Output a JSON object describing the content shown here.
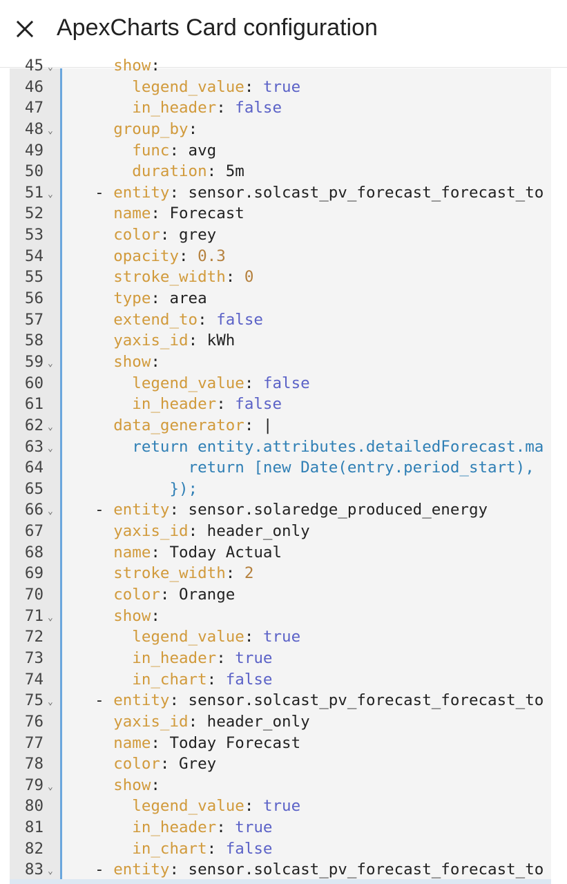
{
  "header": {
    "close_icon": "close-icon",
    "title": "ApexCharts Card configuration"
  },
  "editor": {
    "lines": [
      {
        "n": "45",
        "fold": true,
        "indent": "    ",
        "segs": [
          [
            "k",
            "show"
          ],
          [
            "p",
            ":"
          ]
        ]
      },
      {
        "n": "46",
        "fold": false,
        "indent": "      ",
        "segs": [
          [
            "k",
            "legend_value"
          ],
          [
            "p",
            ": "
          ],
          [
            "b",
            "true"
          ]
        ]
      },
      {
        "n": "47",
        "fold": false,
        "indent": "      ",
        "segs": [
          [
            "k",
            "in_header"
          ],
          [
            "p",
            ": "
          ],
          [
            "b",
            "false"
          ]
        ]
      },
      {
        "n": "48",
        "fold": true,
        "indent": "    ",
        "segs": [
          [
            "k",
            "group_by"
          ],
          [
            "p",
            ":"
          ]
        ]
      },
      {
        "n": "49",
        "fold": false,
        "indent": "      ",
        "segs": [
          [
            "k",
            "func"
          ],
          [
            "p",
            ": avg"
          ]
        ]
      },
      {
        "n": "50",
        "fold": false,
        "indent": "      ",
        "segs": [
          [
            "k",
            "duration"
          ],
          [
            "p",
            ": 5m"
          ]
        ]
      },
      {
        "n": "51",
        "fold": true,
        "indent": "  ",
        "segs": [
          [
            "p",
            "- "
          ],
          [
            "k",
            "entity"
          ],
          [
            "p",
            ": sensor.solcast_pv_forecast_forecast_to"
          ]
        ]
      },
      {
        "n": "52",
        "fold": false,
        "indent": "    ",
        "segs": [
          [
            "k",
            "name"
          ],
          [
            "p",
            ": Forecast"
          ]
        ]
      },
      {
        "n": "53",
        "fold": false,
        "indent": "    ",
        "segs": [
          [
            "k",
            "color"
          ],
          [
            "p",
            ": grey"
          ]
        ]
      },
      {
        "n": "54",
        "fold": false,
        "indent": "    ",
        "segs": [
          [
            "k",
            "opacity"
          ],
          [
            "p",
            ": "
          ],
          [
            "n",
            "0.3"
          ]
        ]
      },
      {
        "n": "55",
        "fold": false,
        "indent": "    ",
        "segs": [
          [
            "k",
            "stroke_width"
          ],
          [
            "p",
            ": "
          ],
          [
            "n",
            "0"
          ]
        ]
      },
      {
        "n": "56",
        "fold": false,
        "indent": "    ",
        "segs": [
          [
            "k",
            "type"
          ],
          [
            "p",
            ": area"
          ]
        ]
      },
      {
        "n": "57",
        "fold": false,
        "indent": "    ",
        "segs": [
          [
            "k",
            "extend_to"
          ],
          [
            "p",
            ": "
          ],
          [
            "b",
            "false"
          ]
        ]
      },
      {
        "n": "58",
        "fold": false,
        "indent": "    ",
        "segs": [
          [
            "k",
            "yaxis_id"
          ],
          [
            "p",
            ": kWh"
          ]
        ]
      },
      {
        "n": "59",
        "fold": true,
        "indent": "    ",
        "segs": [
          [
            "k",
            "show"
          ],
          [
            "p",
            ":"
          ]
        ]
      },
      {
        "n": "60",
        "fold": false,
        "indent": "      ",
        "segs": [
          [
            "k",
            "legend_value"
          ],
          [
            "p",
            ": "
          ],
          [
            "b",
            "false"
          ]
        ]
      },
      {
        "n": "61",
        "fold": false,
        "indent": "      ",
        "segs": [
          [
            "k",
            "in_header"
          ],
          [
            "p",
            ": "
          ],
          [
            "b",
            "false"
          ]
        ]
      },
      {
        "n": "62",
        "fold": true,
        "indent": "    ",
        "segs": [
          [
            "k",
            "data_generator"
          ],
          [
            "p",
            ": |"
          ]
        ]
      },
      {
        "n": "63",
        "fold": true,
        "indent": "      ",
        "segs": [
          [
            "s",
            "return entity.attributes.detailedForecast.ma"
          ]
        ]
      },
      {
        "n": "64",
        "fold": false,
        "indent": "            ",
        "segs": [
          [
            "s",
            "return [new Date(entry.period_start),"
          ]
        ]
      },
      {
        "n": "65",
        "fold": false,
        "indent": "          ",
        "segs": [
          [
            "s",
            "});"
          ]
        ]
      },
      {
        "n": "66",
        "fold": true,
        "indent": "  ",
        "segs": [
          [
            "p",
            "- "
          ],
          [
            "k",
            "entity"
          ],
          [
            "p",
            ": sensor.solaredge_produced_energy"
          ]
        ]
      },
      {
        "n": "67",
        "fold": false,
        "indent": "    ",
        "segs": [
          [
            "k",
            "yaxis_id"
          ],
          [
            "p",
            ": header_only"
          ]
        ]
      },
      {
        "n": "68",
        "fold": false,
        "indent": "    ",
        "segs": [
          [
            "k",
            "name"
          ],
          [
            "p",
            ": Today Actual"
          ]
        ]
      },
      {
        "n": "69",
        "fold": false,
        "indent": "    ",
        "segs": [
          [
            "k",
            "stroke_width"
          ],
          [
            "p",
            ": "
          ],
          [
            "n",
            "2"
          ]
        ]
      },
      {
        "n": "70",
        "fold": false,
        "indent": "    ",
        "segs": [
          [
            "k",
            "color"
          ],
          [
            "p",
            ": Orange"
          ]
        ]
      },
      {
        "n": "71",
        "fold": true,
        "indent": "    ",
        "segs": [
          [
            "k",
            "show"
          ],
          [
            "p",
            ":"
          ]
        ]
      },
      {
        "n": "72",
        "fold": false,
        "indent": "      ",
        "segs": [
          [
            "k",
            "legend_value"
          ],
          [
            "p",
            ": "
          ],
          [
            "b",
            "true"
          ]
        ]
      },
      {
        "n": "73",
        "fold": false,
        "indent": "      ",
        "segs": [
          [
            "k",
            "in_header"
          ],
          [
            "p",
            ": "
          ],
          [
            "b",
            "true"
          ]
        ]
      },
      {
        "n": "74",
        "fold": false,
        "indent": "      ",
        "segs": [
          [
            "k",
            "in_chart"
          ],
          [
            "p",
            ": "
          ],
          [
            "b",
            "false"
          ]
        ]
      },
      {
        "n": "75",
        "fold": true,
        "indent": "  ",
        "segs": [
          [
            "p",
            "- "
          ],
          [
            "k",
            "entity"
          ],
          [
            "p",
            ": sensor.solcast_pv_forecast_forecast_to"
          ]
        ]
      },
      {
        "n": "76",
        "fold": false,
        "indent": "    ",
        "segs": [
          [
            "k",
            "yaxis_id"
          ],
          [
            "p",
            ": header_only"
          ]
        ]
      },
      {
        "n": "77",
        "fold": false,
        "indent": "    ",
        "segs": [
          [
            "k",
            "name"
          ],
          [
            "p",
            ": Today Forecast"
          ]
        ]
      },
      {
        "n": "78",
        "fold": false,
        "indent": "    ",
        "segs": [
          [
            "k",
            "color"
          ],
          [
            "p",
            ": Grey"
          ]
        ]
      },
      {
        "n": "79",
        "fold": true,
        "indent": "    ",
        "segs": [
          [
            "k",
            "show"
          ],
          [
            "p",
            ":"
          ]
        ]
      },
      {
        "n": "80",
        "fold": false,
        "indent": "      ",
        "segs": [
          [
            "k",
            "legend_value"
          ],
          [
            "p",
            ": "
          ],
          [
            "b",
            "true"
          ]
        ]
      },
      {
        "n": "81",
        "fold": false,
        "indent": "      ",
        "segs": [
          [
            "k",
            "in_header"
          ],
          [
            "p",
            ": "
          ],
          [
            "b",
            "true"
          ]
        ]
      },
      {
        "n": "82",
        "fold": false,
        "indent": "      ",
        "segs": [
          [
            "k",
            "in_chart"
          ],
          [
            "p",
            ": "
          ],
          [
            "b",
            "false"
          ]
        ]
      },
      {
        "n": "83",
        "fold": true,
        "indent": "  ",
        "segs": [
          [
            "p",
            "- "
          ],
          [
            "k",
            "entity"
          ],
          [
            "p",
            ": sensor.solcast_pv_forecast_forecast_to"
          ]
        ]
      }
    ]
  }
}
